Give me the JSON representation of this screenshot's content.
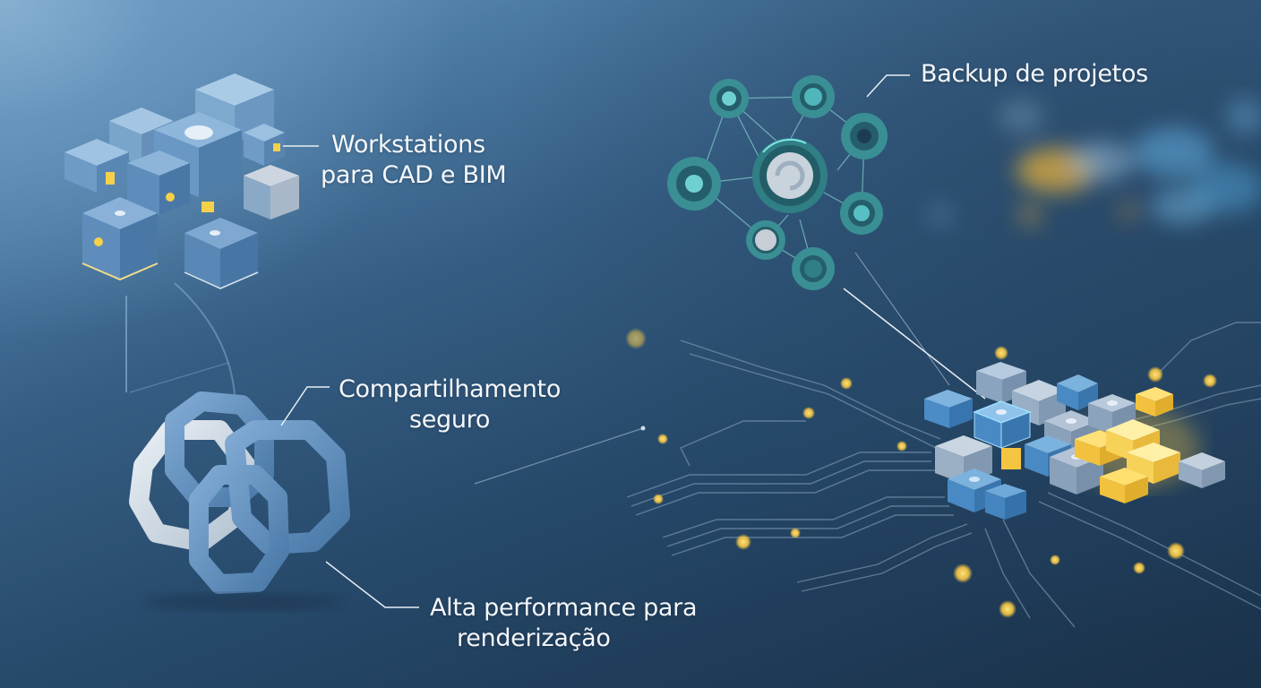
{
  "illustration": {
    "theme_colors": {
      "background_top_left": "#86b0d1",
      "background_bottom_right": "#1a3149",
      "cube_blue": "#5b8dbf",
      "accent_yellow": "#f5c542",
      "node_teal": "#3f9c9e",
      "label_text": "#f4f7fb"
    },
    "callouts": [
      {
        "id": "workstations",
        "lines": [
          "Workstations",
          "para CAD e BIM"
        ],
        "icon": "cube-cluster-icon"
      },
      {
        "id": "backup",
        "lines": [
          "Backup de projetos"
        ],
        "icon": "network-nodes-icon"
      },
      {
        "id": "sharing",
        "lines": [
          "Compartilhamento",
          "seguro"
        ],
        "icon": "interlocked-rings-icon"
      },
      {
        "id": "performance",
        "lines": [
          "Alta performance para",
          "renderização"
        ],
        "icon": "circuit-board-icon"
      }
    ]
  }
}
